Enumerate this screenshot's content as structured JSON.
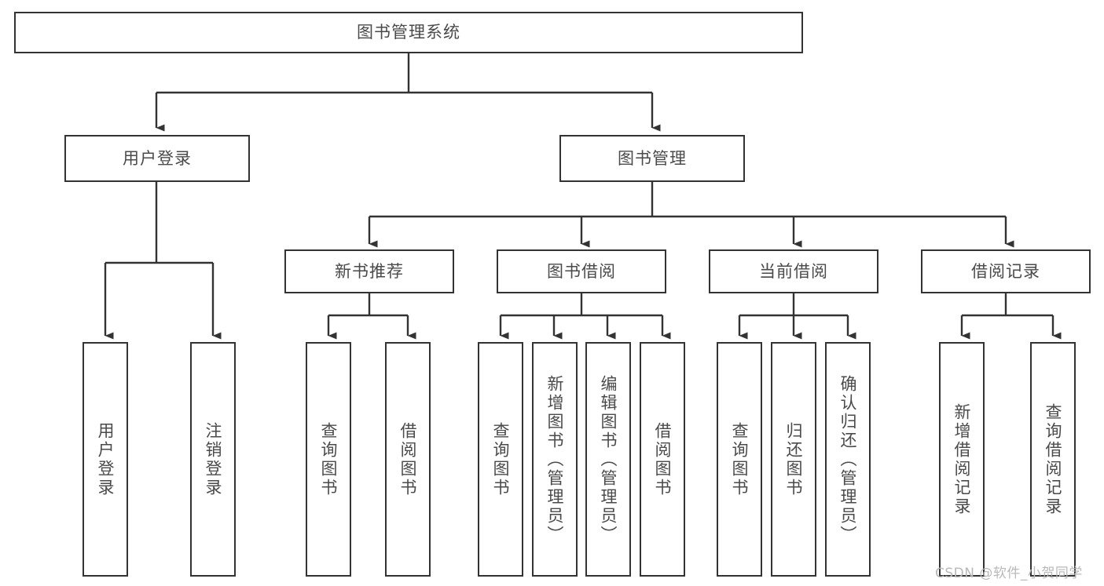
{
  "diagram": {
    "type": "tree-hierarchy-diagram",
    "title_node": {
      "id": "root",
      "label": "图书管理系统"
    },
    "level1": [
      {
        "id": "user-login",
        "label": "用户登录"
      },
      {
        "id": "book-management",
        "label": "图书管理"
      }
    ],
    "level2": [
      {
        "id": "new-book-recommend",
        "label": "新书推荐",
        "parent": "book-management"
      },
      {
        "id": "book-borrow",
        "label": "图书借阅",
        "parent": "book-management"
      },
      {
        "id": "current-borrow",
        "label": "当前借阅",
        "parent": "book-management"
      },
      {
        "id": "borrow-record",
        "label": "借阅记录",
        "parent": "book-management"
      }
    ],
    "leaves": [
      {
        "id": "leaf-user-login",
        "label": "用户登录",
        "parent": "user-login"
      },
      {
        "id": "leaf-logout-login",
        "label": "注销登录",
        "parent": "user-login"
      },
      {
        "id": "leaf-query-book-1",
        "label": "查询图书",
        "parent": "new-book-recommend"
      },
      {
        "id": "leaf-borrow-book-1",
        "label": "借阅图书",
        "parent": "new-book-recommend"
      },
      {
        "id": "leaf-query-book-2",
        "label": "查询图书",
        "parent": "book-borrow"
      },
      {
        "id": "leaf-add-book",
        "label": "新增图书（管理员）",
        "parent": "book-borrow"
      },
      {
        "id": "leaf-edit-book",
        "label": "编辑图书（管理员）",
        "parent": "book-borrow"
      },
      {
        "id": "leaf-borrow-book-2",
        "label": "借阅图书",
        "parent": "book-borrow"
      },
      {
        "id": "leaf-query-book-3",
        "label": "查询图书",
        "parent": "current-borrow"
      },
      {
        "id": "leaf-return-book",
        "label": "归还图书",
        "parent": "current-borrow"
      },
      {
        "id": "leaf-confirm-return",
        "label": "确认归还（管理员）",
        "parent": "current-borrow"
      },
      {
        "id": "leaf-add-borrow-record",
        "label": "新增借阅记录",
        "parent": "borrow-record"
      },
      {
        "id": "leaf-query-borrow-record",
        "label": "查询借阅记录",
        "parent": "borrow-record"
      }
    ],
    "colors": {
      "box_border": "#333333",
      "box_fill": "#ffffff",
      "connector": "#333333",
      "text": "#4a4a4a",
      "watermark": "#b9b9b9",
      "background": "#ffffff"
    }
  },
  "watermark": {
    "text": "CSDN @软件_小贺同学"
  }
}
